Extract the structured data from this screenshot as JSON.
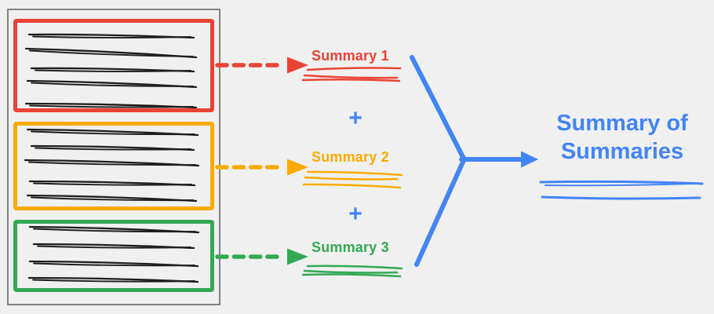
{
  "page": {
    "background": "#f0f0f0"
  },
  "palette": {
    "red": "#ea4335",
    "orange": "#f9ab00",
    "green": "#34a853",
    "blue": "#4285f4",
    "ink": "#1e1e1e",
    "document_border": "#828282"
  },
  "document": {
    "description": "source document with three highlighted sections of scribbled text",
    "sections": [
      {
        "name": "source-section-1",
        "color_key": "red",
        "text_lines": 5
      },
      {
        "name": "source-section-2",
        "color_key": "orange",
        "text_lines": 5
      },
      {
        "name": "source-section-3",
        "color_key": "green",
        "text_lines": 4
      }
    ]
  },
  "summaries": [
    {
      "label": "Summary 1",
      "color_key": "red"
    },
    {
      "label": "Summary 2",
      "color_key": "orange"
    },
    {
      "label": "Summary 3",
      "color_key": "green"
    }
  ],
  "operators": {
    "plus": "+"
  },
  "final_summary": {
    "label": "Summary of Summaries",
    "color_key": "blue"
  }
}
